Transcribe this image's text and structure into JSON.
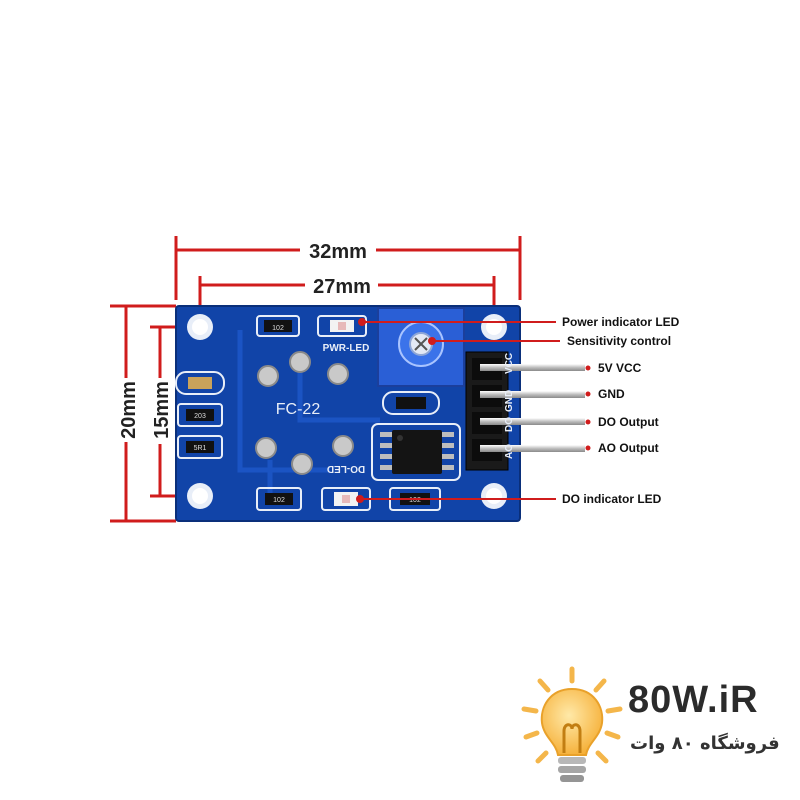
{
  "dimensions": {
    "width_outer": "32mm",
    "width_inner": "27mm",
    "height_outer": "20mm",
    "height_inner": "15mm"
  },
  "board": {
    "model": "FC-22",
    "pwr_led_label": "PWR-LED",
    "do_led_label": "DO-LED",
    "header_pins": [
      "VCC",
      "GND",
      "DO",
      "AO"
    ],
    "colors": {
      "pcb": "#1144a8",
      "silkscreen": "#e8eef8",
      "pot": "#2a5fd6",
      "dimension": "#d01c1c"
    }
  },
  "callouts": [
    {
      "id": "power-led",
      "label": "Power indicator LED"
    },
    {
      "id": "sensitivity",
      "label": "Sensitivity control"
    },
    {
      "id": "vcc",
      "label": "5V VCC"
    },
    {
      "id": "gnd",
      "label": "GND"
    },
    {
      "id": "do-out",
      "label": "DO Output"
    },
    {
      "id": "ao-out",
      "label": "AO Output"
    },
    {
      "id": "do-led",
      "label": "DO indicator LED"
    }
  ],
  "brand": {
    "name": "80W.iR",
    "subtitle": "فروشگاه ۸۰ وات"
  }
}
